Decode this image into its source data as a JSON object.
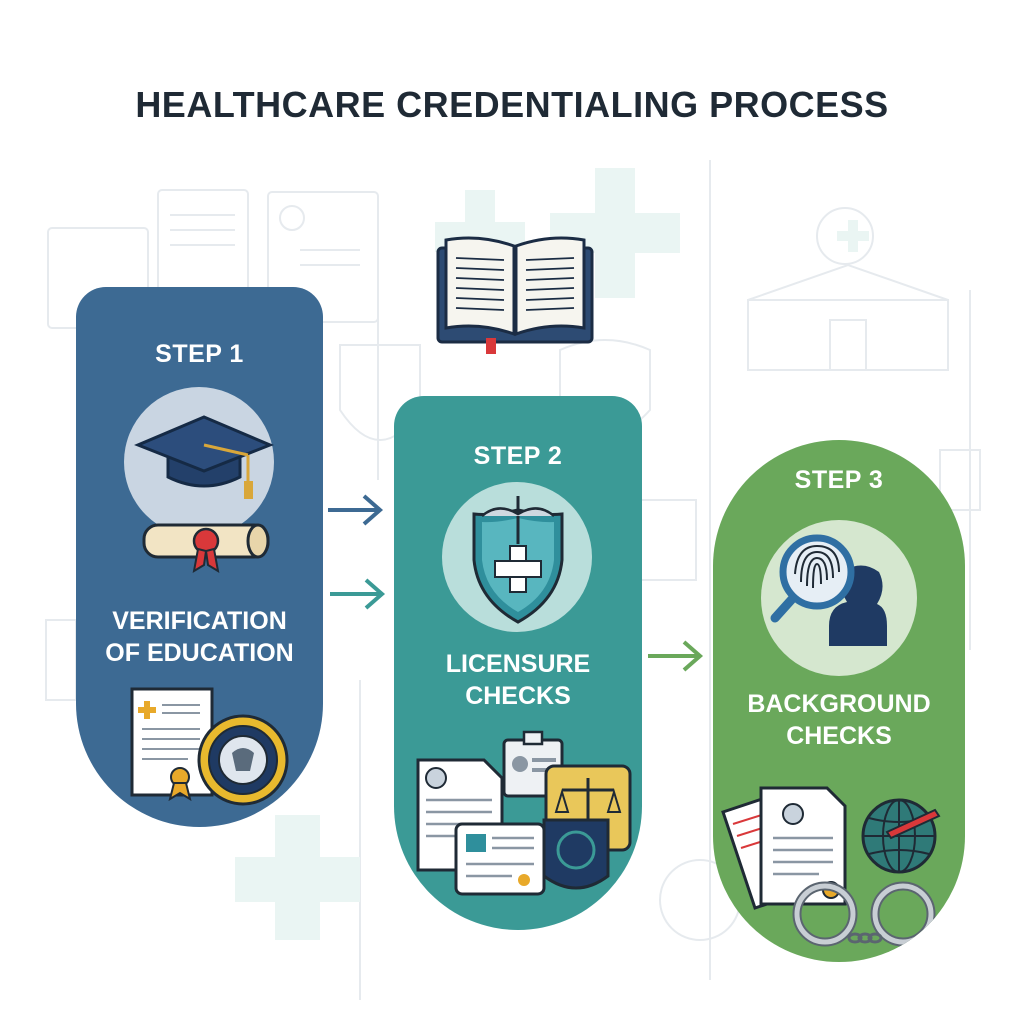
{
  "title": "HEALTHCARE CREDENTIALING PROCESS",
  "steps": [
    {
      "label": "STEP 1",
      "text_line1": "VERIFICATION",
      "text_line2": "OF EDUCATION",
      "color": "#3d6a93"
    },
    {
      "label": "STEP 2",
      "text_line1": "LICENSURE",
      "text_line2": "CHECKS",
      "color": "#3b9a96"
    },
    {
      "label": "STEP 3",
      "text_line1": "BACKGROUND",
      "text_line2": "CHECKS",
      "color": "#6aa85b"
    }
  ],
  "icons": {
    "book": "open-book-icon",
    "step1": [
      "graduation-cap-icon",
      "diploma-scroll-icon",
      "certificate-icon",
      "seal-icon"
    ],
    "step2": [
      "caduceus-shield-icon",
      "license-document-icon",
      "id-badge-icon",
      "law-badge-icon"
    ],
    "step3": [
      "fingerprint-search-icon",
      "document-icon",
      "globe-icon",
      "handcuffs-icon"
    ]
  }
}
